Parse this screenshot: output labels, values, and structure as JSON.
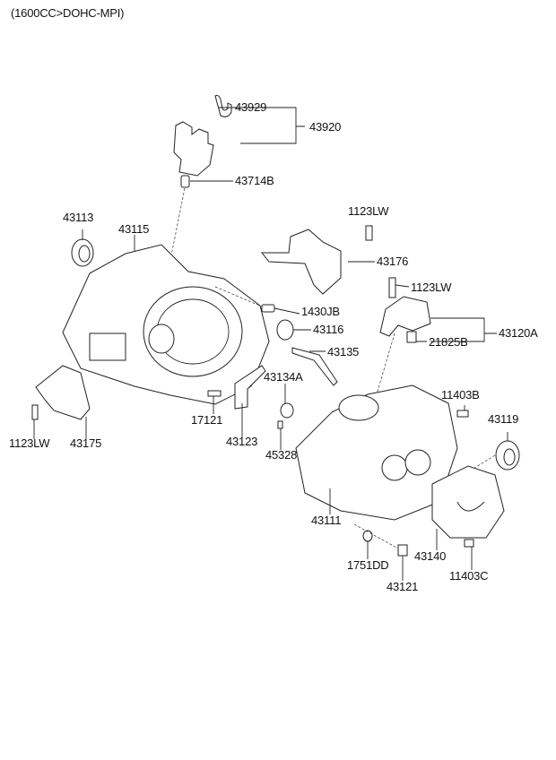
{
  "title": "(1600CC>DOHC-MPI)",
  "labels": {
    "p43929": "43929",
    "p43920": "43920",
    "p43714B": "43714B",
    "p43113": "43113",
    "p43115": "43115",
    "p1123LW_top": "1123LW",
    "p43176": "43176",
    "p1123LW_mid": "1123LW",
    "p1430JB": "1430JB",
    "p43120A": "43120A",
    "p43116": "43116",
    "p21825B": "21825B",
    "p43135": "43135",
    "p43134A": "43134A",
    "p11403B": "11403B",
    "p43119": "43119",
    "p17121": "17121",
    "p43123": "43123",
    "p1123LW_left": "1123LW",
    "p43175": "43175",
    "p45328": "45328",
    "p43111": "43111",
    "p43140": "43140",
    "p1751DD": "1751DD",
    "p11403C": "11403C",
    "p43121": "43121"
  }
}
